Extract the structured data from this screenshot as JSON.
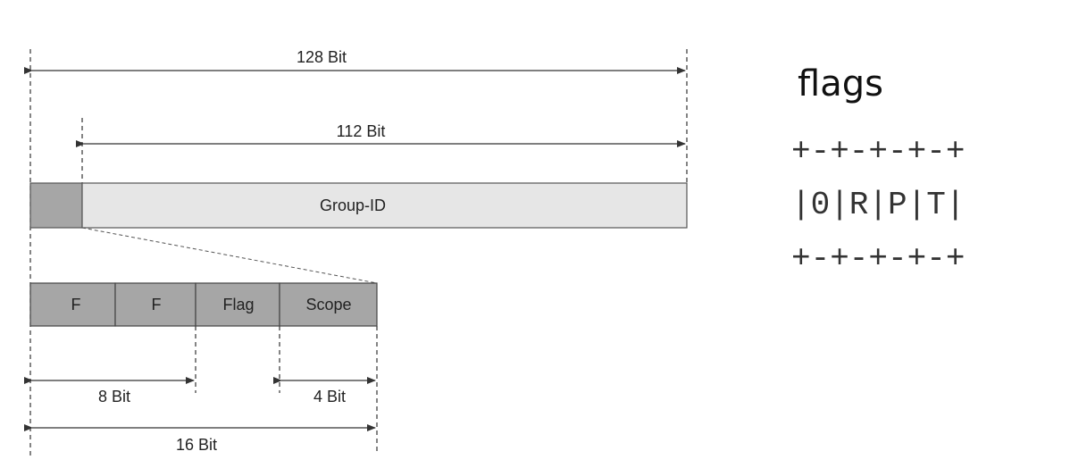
{
  "address_diagram": {
    "total_bits_label": "128 Bit",
    "group_id_bits_label": "112 Bit",
    "group_id_label": "Group-ID",
    "prefix_fields": [
      "F",
      "F",
      "Flag",
      "Scope"
    ],
    "first_byte_bits_label": "8 Bit",
    "scope_bits_label": "4 Bit",
    "prefix_bits_label": "16 Bit"
  },
  "flags_box": {
    "title": "flags",
    "border_top": "+-+-+-+-+",
    "row": "|0|R|P|T|",
    "border_bottom": "+-+-+-+-+"
  },
  "colors": {
    "prefix_box": "#a6a6a6",
    "group_id_box": "#e6e6e6",
    "outline": "#555555"
  }
}
